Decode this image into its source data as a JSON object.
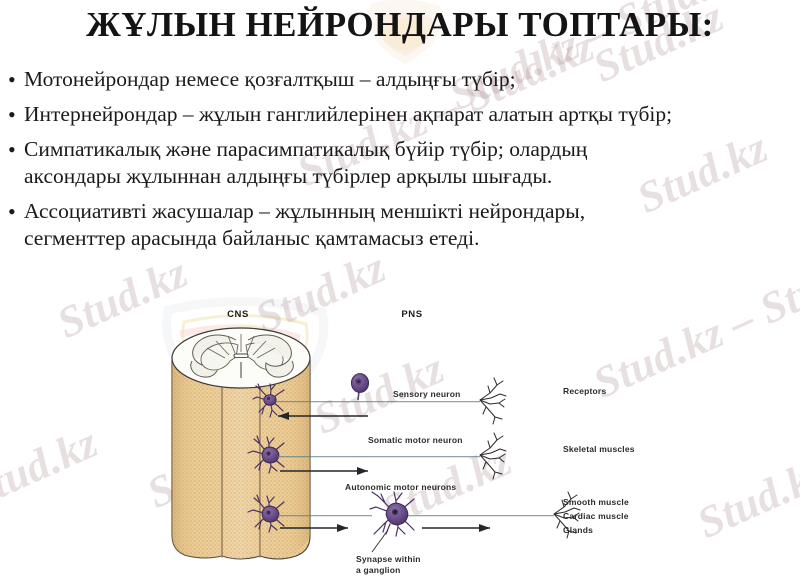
{
  "slide": {
    "title": "ЖҰЛЫН НЕЙРОНДАРЫ ТОПТАРЫ:",
    "background_color": "#ffffff",
    "text_color": "#1a1a1a"
  },
  "bullets": [
    {
      "marker": "•",
      "text": "Мотонейрондар немесе қозғалтқыш – алдыңғы түбір;"
    },
    {
      "marker": "•",
      "text": "Интернейрондар – жұлын ганглийлерінен ақпарат алатын артқы түбір;"
    },
    {
      "marker": "•",
      "text": "Симпатикалық және парасимпатикалық бүйір  түбір; олардың\nаксондары жұлыннан алдыңғы түбірлер арқылы шығады."
    },
    {
      "marker": "•",
      "text": "Ассоциативті жасушалар – жұлынның меншікті нейрондары,\nсегменттер арасында байланыс қамтамасыз етеді."
    }
  ],
  "diagram": {
    "name": "spinal-cord-neuron-pathways",
    "headers": {
      "cns": "CNS",
      "pns": "PNS"
    },
    "pathways": [
      {
        "id": "sensory",
        "neuron_label": "Sensory neuron",
        "target_labels": [
          "Receptors"
        ],
        "arrow_direction": "left"
      },
      {
        "id": "somatic-motor",
        "neuron_label": "Somatic motor neuron",
        "target_labels": [
          "Skeletal muscles"
        ],
        "arrow_direction": "right"
      },
      {
        "id": "autonomic-motor",
        "neuron_label": "Autonomic motor neurons",
        "target_labels": [
          "Smooth muscle",
          "Cardiac muscle",
          "Glands"
        ],
        "arrow_direction": "right",
        "annotation": [
          "Synapse within",
          "a ganglion"
        ]
      }
    ],
    "colors": {
      "cord_body": "#e9c88f",
      "cord_body_dark": "#cfa766",
      "gray_matter": "#fbfbf7",
      "neuron": "#6b4e8a",
      "axon": "#8a6b93",
      "outline": "#3a3530"
    }
  },
  "watermark": {
    "text": "Stud.kz",
    "text_alt": "Stud.kz – Stud.kz",
    "color": "#b09698"
  }
}
